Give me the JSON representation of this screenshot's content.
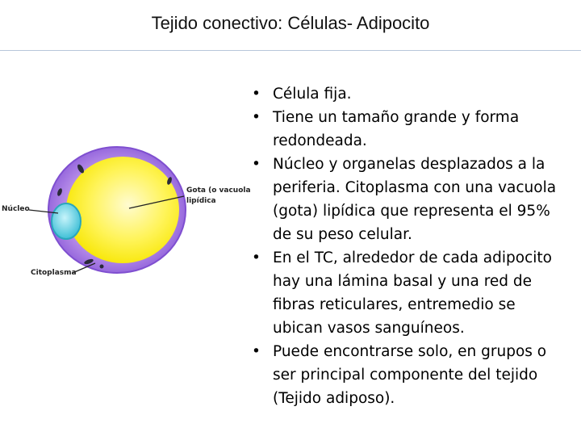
{
  "slide": {
    "title": "Tejido conectivo: Células- Adipocito"
  },
  "figure": {
    "labels": {
      "gota_line1": "Gota (o vacuola)",
      "gota_line2": "lipídica",
      "nucleo": "Núcleo",
      "citoplasma": "Citoplasma"
    },
    "colors": {
      "cytoplasm": "#9b6ee0",
      "lipid_droplet": "#fff200",
      "nucleus": "#5fd3e6",
      "organelle": "#2a2a3a"
    }
  },
  "bullets": [
    "Célula fija.",
    "Tiene un tamaño grande y forma redondeada.",
    "Núcleo y organelas desplazados a la periferia. Citoplasma con una vacuola (gota) lipídica que representa el 95% de su peso celular.",
    "En el TC, alrededor de cada adipocito hay una lámina basal y una red de fibras reticulares, entremedio se ubican vasos sanguíneos.",
    "Puede encontrarse solo, en grupos o ser principal componente del tejido (Tejido adiposo)."
  ]
}
